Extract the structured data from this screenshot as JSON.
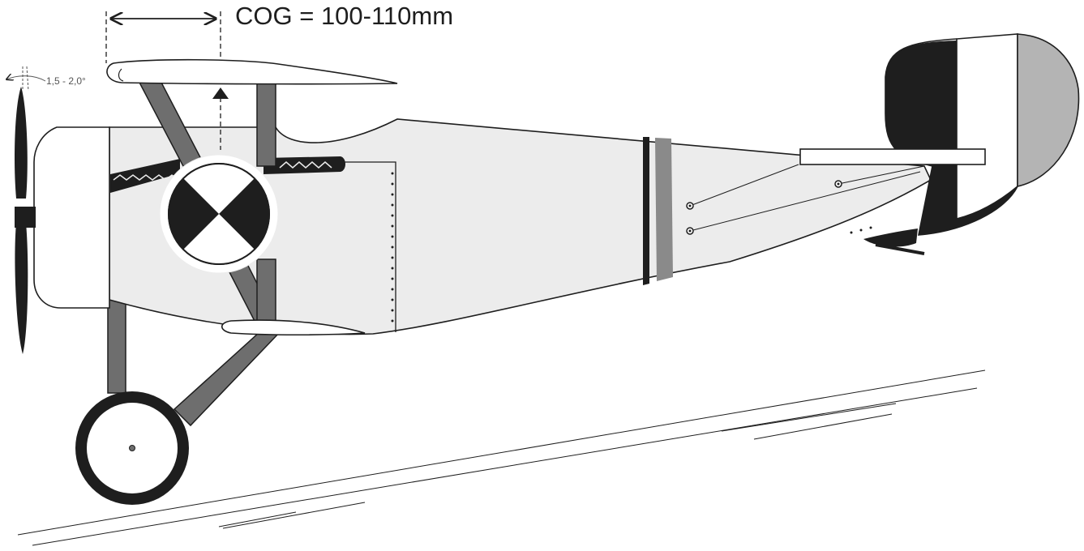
{
  "labels": {
    "cog": "COG = 100-110mm",
    "thrust_angle": "1,5 - 2,0°"
  },
  "colors": {
    "outline": "#1e1e1e",
    "fuselage": "#ececec",
    "strut": "#6e6e6e",
    "tail_dark": "#1e1e1e",
    "tail_light": "#b4b4b4",
    "stripe_gray": "#8a8a8a"
  },
  "icons": [
    "cog-dimension-arrow",
    "cog-marker-arrow",
    "thrust-angle-arrow"
  ]
}
